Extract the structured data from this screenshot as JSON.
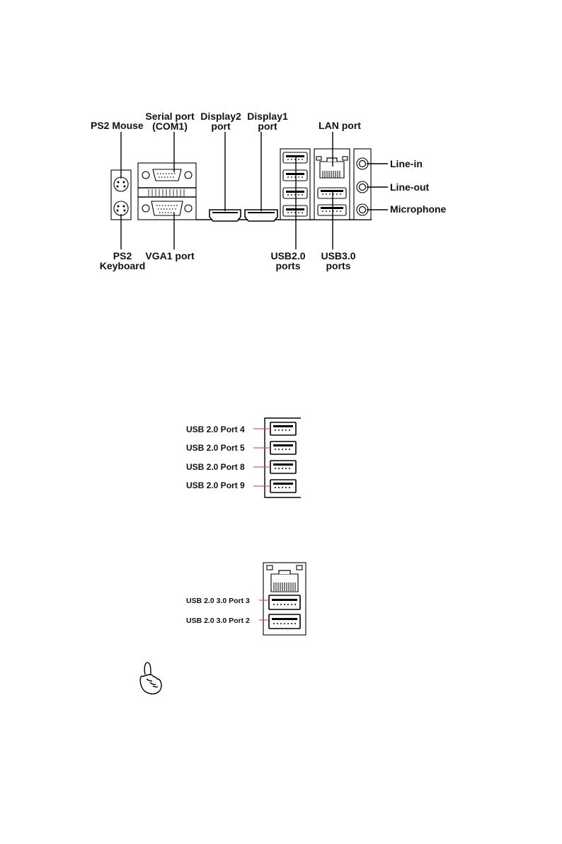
{
  "panel_labels": {
    "ps2_mouse": "PS2 Mouse",
    "serial_line1": "Serial port",
    "serial_line2": "(COM1)",
    "display2_line1": "Display2",
    "display2_line2": "port",
    "display1_line1": "Display1",
    "display1_line2": "port",
    "lan": "LAN port",
    "line_in": "Line-in",
    "line_out": "Line-out",
    "microphone": "Microphone",
    "ps2_kb_line1": "PS2",
    "ps2_kb_line2": "Keyboard",
    "vga": "VGA1 port",
    "usb20_line1": "USB2.0",
    "usb20_line2": "ports",
    "usb30_line1": "USB3.0",
    "usb30_line2": "ports"
  },
  "usb2_detail": {
    "ports": [
      "USB 2.0 Port 4",
      "USB 2.0 Port 5",
      "USB 2.0 Port 8",
      "USB 2.0 Port 9"
    ]
  },
  "usb3_detail": {
    "ports": [
      "USB 2.0 3.0 Port 3",
      "USB 2.0 3.0 Port 2"
    ]
  },
  "icons": [
    "pointing-hand-icon"
  ]
}
